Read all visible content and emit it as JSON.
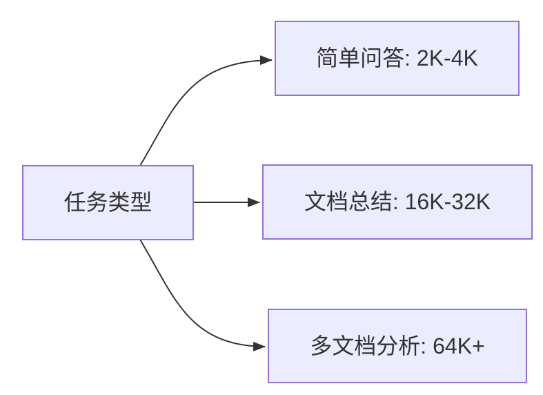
{
  "diagram": {
    "type": "flowchart",
    "direction": "left-to-right",
    "background_color": "#FFFFFF",
    "colors": {
      "node_fill": "#ECECFF",
      "node_border": "#9370DB",
      "edge_stroke": "#333333",
      "label_text": "#333333"
    },
    "nodes": [
      {
        "id": "task-type",
        "label": "任务类型"
      },
      {
        "id": "simple-qa",
        "label": "简单问答: 2K-4K"
      },
      {
        "id": "doc-summary",
        "label": "文档总结: 16K-32K"
      },
      {
        "id": "multi-doc-analysis",
        "label": "多文档分析: 64K+"
      }
    ],
    "edges": [
      {
        "from": "任务类型",
        "to": "简单问答: 2K-4K",
        "style": "curved-arrow"
      },
      {
        "from": "任务类型",
        "to": "文档总结: 16K-32K",
        "style": "straight-arrow"
      },
      {
        "from": "任务类型",
        "to": "多文档分析: 64K+",
        "style": "curved-arrow"
      }
    ]
  }
}
